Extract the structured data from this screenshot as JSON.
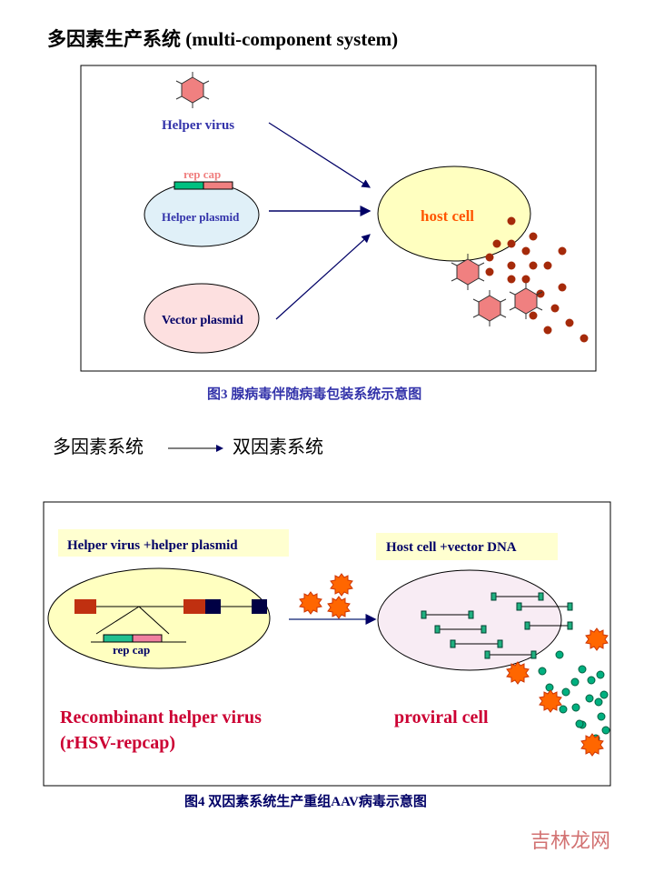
{
  "fig3": {
    "heading": "多因素生产系统 (multi-component system)",
    "helper_virus": "Helper virus",
    "rep_cap": "rep cap",
    "helper_plasmid": "Helper plasmid",
    "vector_plasmid": "Vector plasmid",
    "host_cell": "host cell",
    "caption": "图3  腺病毒伴随病毒包装系统示意图"
  },
  "transition": {
    "from": "多因素系统",
    "to": "双因素系统"
  },
  "fig4": {
    "left_label": "Helper virus +helper plasmid",
    "right_label": "Host cell +vector DNA",
    "rep_cap": "rep cap",
    "recombinant_line1": "Recombinant helper virus",
    "recombinant_line2": "(rHSV-repcap)",
    "proviral": "proviral cell",
    "caption": "图4  双因素系统生产重组AAV病毒示意图"
  },
  "watermark": "吉林龙网",
  "colors": {
    "blue_text": "#3333aa",
    "navy": "#000066",
    "orange": "#ff5500",
    "crimson": "#cc0033",
    "hex_fill": "#f08080",
    "dot": "#a52a0a",
    "green": "#00a070",
    "yellow_cell": "#ffffc0"
  }
}
